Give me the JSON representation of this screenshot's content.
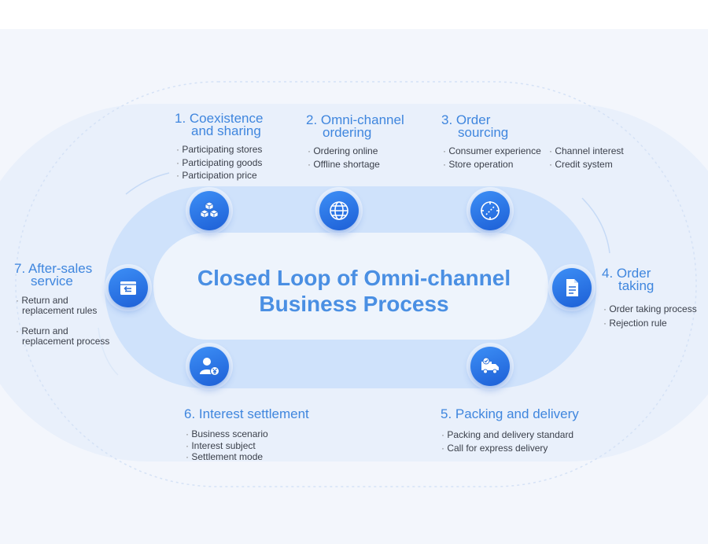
{
  "title": {
    "line1": "Closed Loop of Omni-channel",
    "line2": "Business Process"
  },
  "steps": {
    "s1": {
      "heading": [
        "1. Coexistence",
        "and sharing"
      ],
      "items": [
        "Participating stores",
        "Participating goods",
        "Participation price"
      ],
      "icon": "cubes-icon"
    },
    "s2": {
      "heading": [
        "2. Omni-channel",
        "ordering"
      ],
      "items": [
        "Ordering online",
        "Offline shortage"
      ],
      "icon": "globe-icon"
    },
    "s3": {
      "heading": [
        "3. Order",
        "sourcing"
      ],
      "items_left": [
        "Consumer experience",
        "Store operation"
      ],
      "items_right": [
        "Channel interest",
        "Credit system"
      ],
      "icon": "target-icon"
    },
    "s4": {
      "heading": [
        "4. Order",
        "taking"
      ],
      "items": [
        "Order taking process",
        "Rejection rule"
      ],
      "icon": "document-icon"
    },
    "s5": {
      "heading": [
        "5. Packing and delivery"
      ],
      "items": [
        "Packing and delivery standard",
        "Call for express delivery"
      ],
      "icon": "delivery-truck-icon"
    },
    "s6": {
      "heading": [
        "6. Interest settlement"
      ],
      "items": [
        "Business scenario",
        "Interest subject",
        "Settlement mode"
      ],
      "icon": "user-yen-icon"
    },
    "s7": {
      "heading": [
        "7. After-sales",
        "service"
      ],
      "items": [
        [
          "Return and",
          "replacement rules"
        ],
        [
          "Return and",
          "replacement process"
        ]
      ],
      "icon": "return-box-icon"
    }
  },
  "colors": {
    "accent": "#3f86de",
    "title": "#4a8fe3",
    "node": "#2c74e8",
    "ring": "#cfe2fb",
    "background": "#f3f6fc"
  }
}
